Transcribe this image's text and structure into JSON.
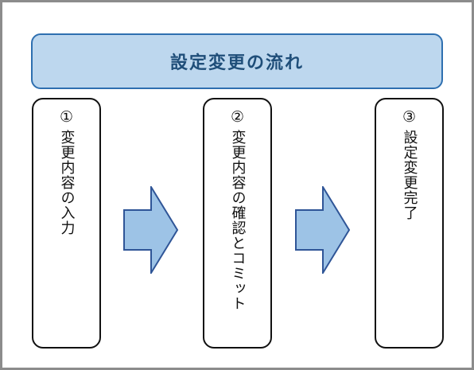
{
  "title": "設定変更の流れ",
  "colors": {
    "title_fill": "#bdd7ee",
    "title_border": "#2e6fb0",
    "title_text": "#1f4e79",
    "arrow_fill": "#9dc3e6",
    "arrow_border": "#2f5597",
    "box_border": "#111111"
  },
  "steps": [
    {
      "number": "①",
      "label": "変更内容の入力"
    },
    {
      "number": "②",
      "label": "変更内容の確認とコミット"
    },
    {
      "number": "③",
      "label": "設定変更完了"
    }
  ],
  "arrows": [
    "right-arrow",
    "right-arrow"
  ]
}
